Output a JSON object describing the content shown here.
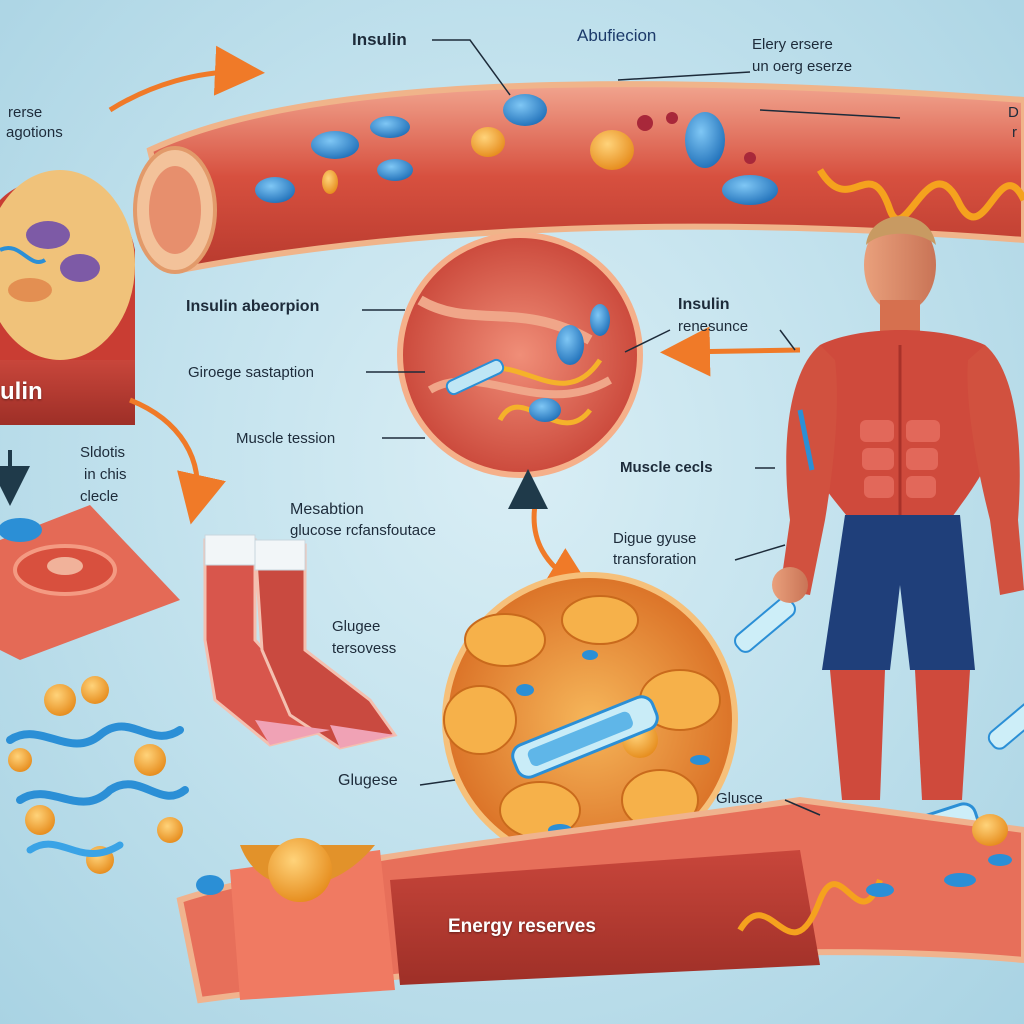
{
  "labels": {
    "insulin_top": "Insulin",
    "abufiecion": "Abufiecion",
    "elery_line1": "Elery ersere",
    "elery_line2": "un oerg eserze",
    "rerse_line1": "rerse",
    "rerse_line2": "agotions",
    "insulin_plate": "ulin",
    "insulin_absorpion": "Insulin abeorpion",
    "glucose_saturation": "Giroege sastaption",
    "muscle_tension": "Muscle tession",
    "insulin_resonance_line1": "Insulin",
    "insulin_resonance_line2": "renesunce",
    "muscle_cells": "Muscle cecls",
    "sldotis_line1": "Sldotis",
    "sldotis_line2": "in chis",
    "sldotis_line3": "clecle",
    "mesabtion_line1": "Mesabtion",
    "mesabtion_line2": "glucose rcfansfoutace",
    "digue_line1": "Digue gyuse",
    "digue_line2": "transforation",
    "glugee_line1": "Glugee",
    "glugee_line2": "tersovess",
    "glugese": "Glugese",
    "glusce": "Glusce",
    "energy_reserves": "Energy reserves",
    "d_partial": "D",
    "r_partial": "r"
  },
  "colors": {
    "background": "#bfe0ec",
    "muscle_red": "#d4483a",
    "muscle_light": "#ec8a74",
    "fat_orange": "#f3a93a",
    "insulin_blue": "#2b8fd6",
    "arrow_orange": "#f07a28",
    "shorts_navy": "#1f3f7a",
    "label_dark": "#1d2b3a"
  }
}
